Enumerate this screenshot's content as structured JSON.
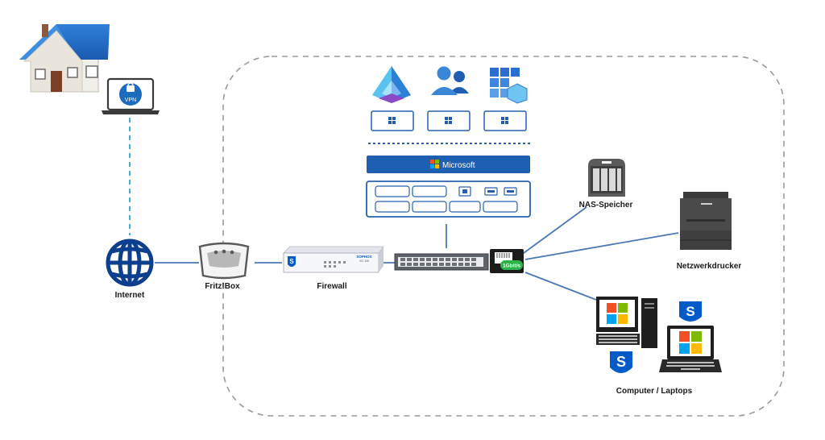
{
  "labels": {
    "internet": "Internet",
    "fritzbox": "Fritz!Box",
    "firewall": "Firewall",
    "nas": "NAS-Speicher",
    "printer": "Netzwerkdrucker",
    "computers": "Computer / Laptops"
  },
  "texts": {
    "vpn": "VPN",
    "microsoft": "Microsoft",
    "sophos_brand": "SOPHOS",
    "sophos_model": "XG 105",
    "speed_badge": "1Gbit/s"
  },
  "colors": {
    "link_line": "#4a78b5",
    "vpn_dashed": "#35a4d6",
    "boundary": "#9a9a9a",
    "ms_bar": "#1f5fb2",
    "globe": "#0d3f8f",
    "sophos_blue": "#005bc8",
    "speed_green": "#2db34a"
  },
  "icons": [
    "house-icon",
    "laptop-vpn-icon",
    "globe-icon",
    "fritzbox-router-icon",
    "firewall-appliance-icon",
    "network-switch-icon",
    "ethernet-port-icon",
    "azure-ad-icon",
    "users-icon",
    "app-grid-icon",
    "windows-icon",
    "microsoft-logo-icon",
    "nas-icon",
    "printer-icon",
    "desktop-pc-icon",
    "laptop-icon",
    "sophos-shield-icon"
  ]
}
